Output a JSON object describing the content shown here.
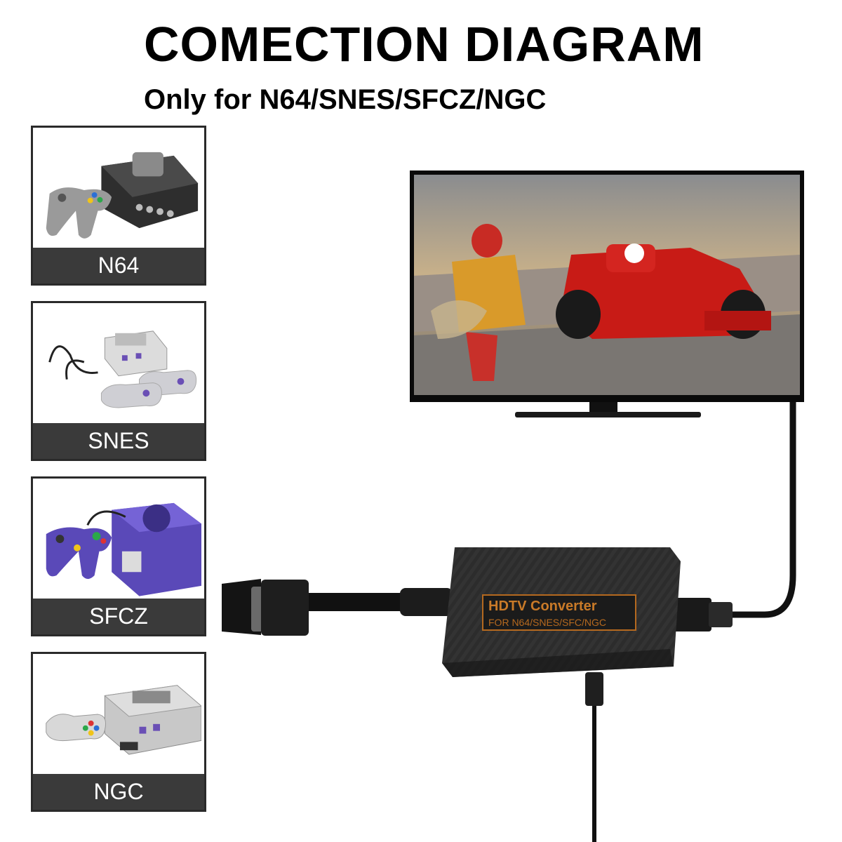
{
  "header": {
    "title": "COMECTION DIAGRAM",
    "subtitle": "Only for N64/SNES/SFCZ/NGC"
  },
  "consoles": [
    {
      "label": "N64",
      "icon": "n64-console-icon"
    },
    {
      "label": "SNES",
      "icon": "snes-console-icon"
    },
    {
      "label": "SFCZ",
      "icon": "gamecube-console-icon"
    },
    {
      "label": "NGC",
      "icon": "super-famicom-console-icon"
    }
  ],
  "converter": {
    "brand_label": "HDTV Converter",
    "compat_label": "FOR N64/SNES/SFC/NGC"
  },
  "colors": {
    "label_bar": "#3a3a3a",
    "converter_body": "#2b2b2b",
    "converter_label": "#b5691f",
    "cable": "#111111"
  }
}
